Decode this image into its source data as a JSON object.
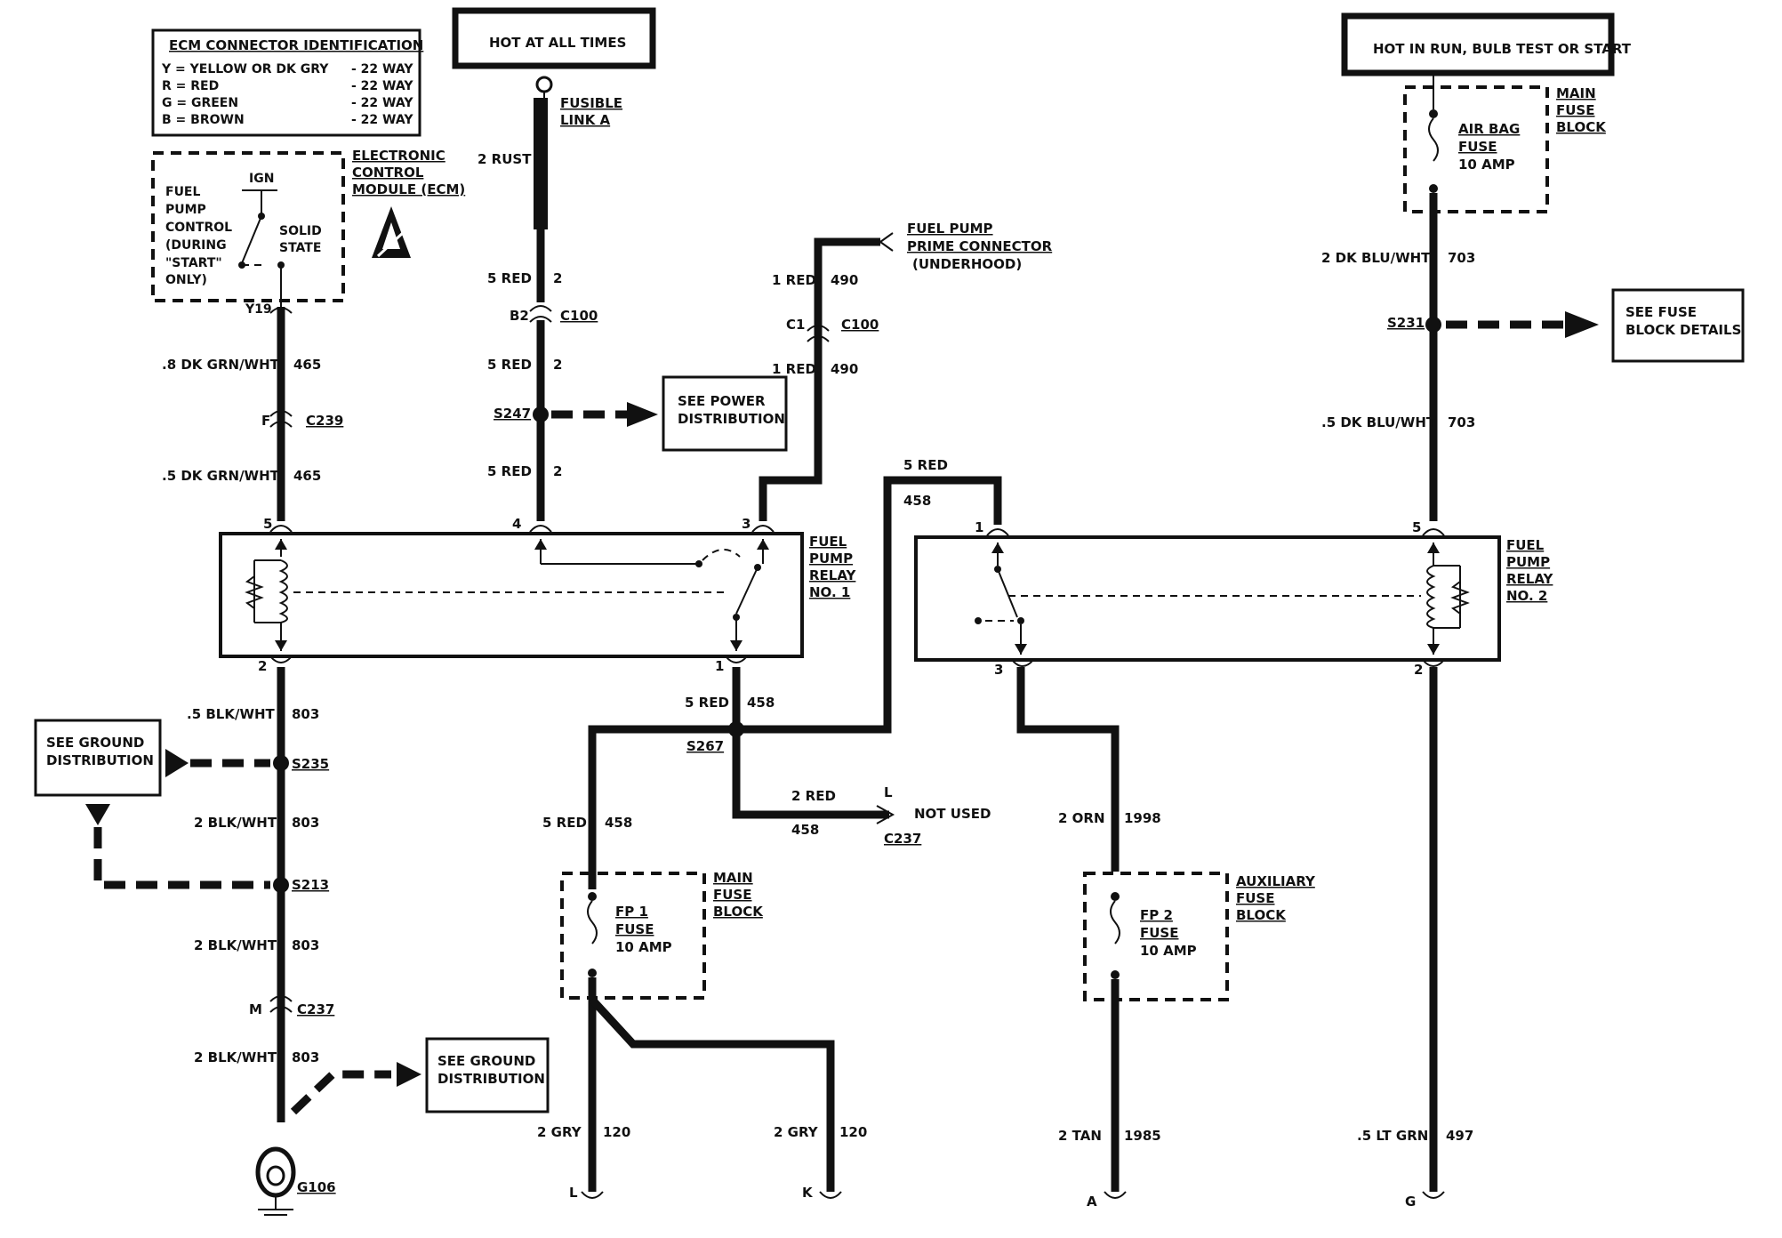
{
  "ecm_id": {
    "title": "ECM CONNECTOR IDENTIFICATION",
    "rows": [
      {
        "key": "Y = YELLOW OR DK GRY",
        "val": "- 22 WAY"
      },
      {
        "key": "R = RED",
        "val": "- 22 WAY"
      },
      {
        "key": "G = GREEN",
        "val": "- 22 WAY"
      },
      {
        "key": "B = BROWN",
        "val": "- 22 WAY"
      }
    ]
  },
  "ecm": {
    "name_lines": [
      "ELECTRONIC",
      "CONTROL",
      "MODULE (ECM)"
    ],
    "fpc_lines": [
      "FUEL",
      "PUMP",
      "CONTROL",
      "(DURING",
      "\"START\"",
      "ONLY)"
    ],
    "ign": "IGN",
    "solid_lines": [
      "SOLID",
      "STATE"
    ],
    "pin": "Y19"
  },
  "hot_left": "HOT AT ALL TIMES",
  "hot_right": "HOT IN RUN, BULB TEST OR START",
  "fusible_link": [
    "FUSIBLE",
    "LINK A"
  ],
  "prime_connector": [
    "FUEL PUMP",
    "PRIME CONNECTOR",
    "(UNDERHOOD)"
  ],
  "main_fuse_top": {
    "fuse_lines": [
      "AIR BAG",
      "FUSE",
      "10 AMP"
    ],
    "block_lines": [
      "MAIN",
      "FUSE",
      "BLOCK"
    ]
  },
  "wires": {
    "rust": "2 RUST",
    "red2_a": "5 RED",
    "red2_a_num": "2",
    "red2_b": "5 RED",
    "red2_b_num": "2",
    "red2_c": "5 RED",
    "red2_c_num": "2",
    "red490_a": "1 RED",
    "red490_a_num": "490",
    "red490_b": "1 RED",
    "red490_b_num": "490",
    "grn465_a": ".8 DK GRN/WHT",
    "grn465_a_num": "465",
    "grn465_b": ".5 DK GRN/WHT",
    "grn465_b_num": "465",
    "blu703_a": "2 DK BLU/WHT",
    "blu703_a_num": "703",
    "blu703_b": ".5 DK BLU/WHT",
    "blu703_b_num": "703",
    "red458_top": "5 RED",
    "red458_top_num": "458",
    "red458_s267": "5 RED",
    "red458_s267_num": "458",
    "red458_fp1": "5 RED",
    "red458_fp1_num": "458",
    "red458_nu": "2 RED",
    "red458_nu_num": "458",
    "blk803_a": ".5 BLK/WHT",
    "blk803_a_num": "803",
    "blk803_b": "2 BLK/WHT",
    "blk803_b_num": "803",
    "blk803_c": "2 BLK/WHT",
    "blk803_c_num": "803",
    "blk803_d": "2 BLK/WHT",
    "blk803_d_num": "803",
    "orn1998": "2 ORN",
    "orn1998_num": "1998",
    "gry120_l": "2 GRY",
    "gry120_l_num": "120",
    "gry120_k": "2 GRY",
    "gry120_k_num": "120",
    "tan1985": "2 TAN",
    "tan1985_num": "1985",
    "ltgrn497": ".5 LT GRN",
    "ltgrn497_num": "497"
  },
  "connectors": {
    "c100_a": "C100",
    "c100_a_pin": "B2",
    "c100_b": "C100",
    "c100_b_pin": "C1",
    "c239": "C239",
    "c239_pin": "F",
    "c237_a": "C237",
    "c237_a_pin": "M",
    "c237_b": "C237",
    "c237_b_pin": "L"
  },
  "splices": {
    "s247": "S247",
    "s231": "S231",
    "s235": "S235",
    "s213": "S213",
    "s267": "S267",
    "g106": "G106"
  },
  "refs": {
    "power": [
      "SEE POWER",
      "DISTRIBUTION"
    ],
    "fuse_details": [
      "SEE FUSE",
      "BLOCK DETAILS"
    ],
    "ground_a": [
      "SEE GROUND",
      "DISTRIBUTION"
    ],
    "ground_b": [
      "SEE GROUND",
      "DISTRIBUTION"
    ]
  },
  "relay1": {
    "label": [
      "FUEL",
      "PUMP",
      "RELAY",
      "NO. 1"
    ],
    "pins": {
      "p5": "5",
      "p4": "4",
      "p3": "3",
      "p2": "2",
      "p1": "1"
    }
  },
  "relay2": {
    "label": [
      "FUEL",
      "PUMP",
      "RELAY",
      "NO. 2"
    ],
    "pins": {
      "p1": "1",
      "p5": "5",
      "p3": "3",
      "p2": "2"
    }
  },
  "not_used": "NOT USED",
  "fp1": {
    "fuse_lines": [
      "FP 1",
      "FUSE",
      "10 AMP"
    ],
    "block_lines": [
      "MAIN",
      "FUSE",
      "BLOCK"
    ]
  },
  "fp2": {
    "fuse_lines": [
      "FP 2",
      "FUSE",
      "10 AMP"
    ],
    "block_lines": [
      "AUXILIARY",
      "FUSE",
      "BLOCK"
    ]
  },
  "outputs": {
    "l": "L",
    "k": "K",
    "a": "A",
    "g": "G"
  }
}
